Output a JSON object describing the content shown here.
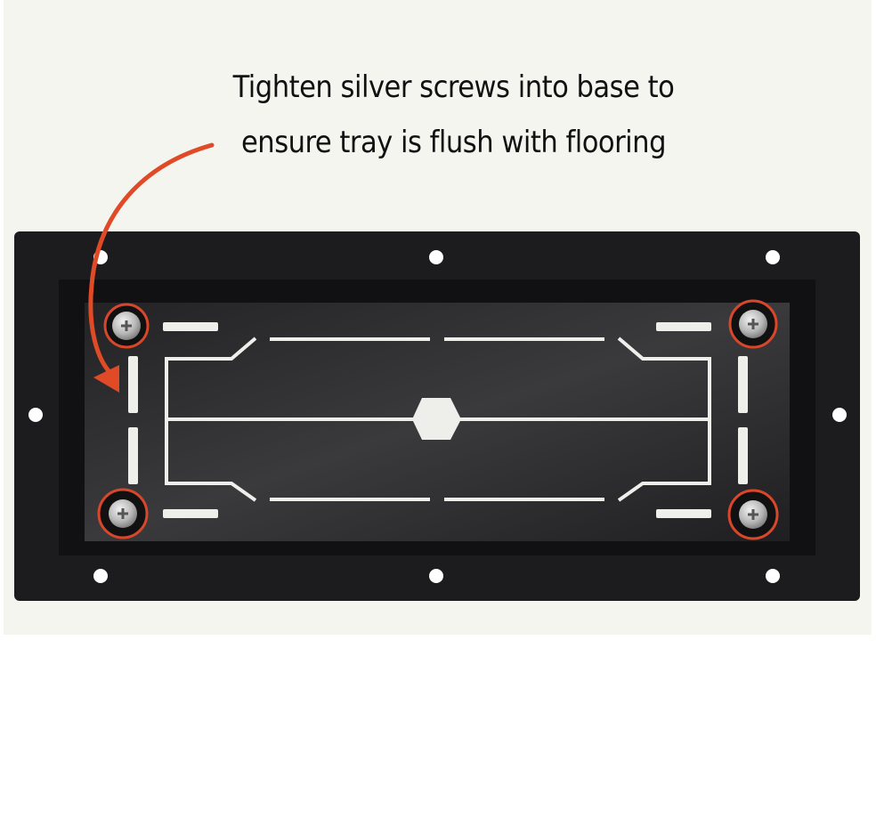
{
  "annotation": {
    "line1": "Tighten silver screws into base to",
    "line2": "ensure tray is flush with flooring"
  },
  "colors": {
    "background": "#f5f5f0",
    "tray": "#1c1c1e",
    "inner_panel": "#2e2e30",
    "markings": "#eeeeea",
    "highlight_ring": "#d9472b",
    "arrow": "#e04a26"
  },
  "screws": [
    {
      "position": "top-left"
    },
    {
      "position": "top-right"
    },
    {
      "position": "bottom-left"
    },
    {
      "position": "bottom-right"
    }
  ]
}
